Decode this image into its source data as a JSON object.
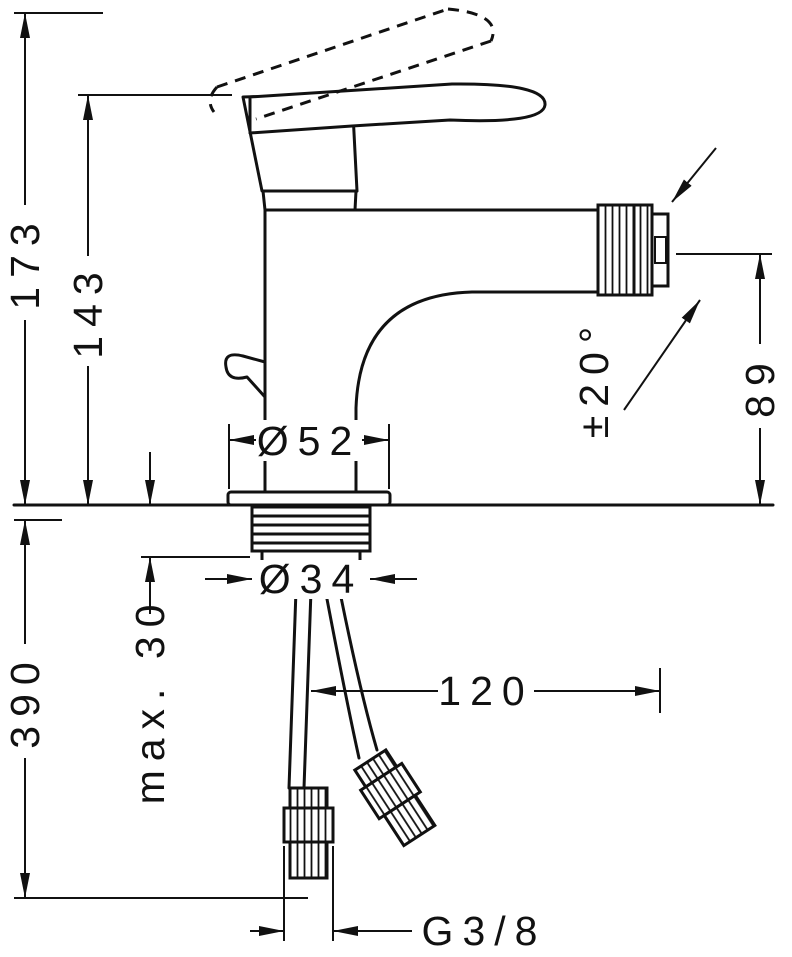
{
  "meta": {
    "background_color": "#ffffff",
    "line_color": "#111111"
  },
  "labels": {
    "total_height": "173",
    "body_height": "143",
    "base_diameter": "Ø52",
    "shank_diameter": "Ø34",
    "max_mounting_thickness": "max. 30",
    "hose_length": "390",
    "spout_reach": "120",
    "outlet_height": "89",
    "swivel_angle": "±20°",
    "connection_thread": "G3/8"
  }
}
